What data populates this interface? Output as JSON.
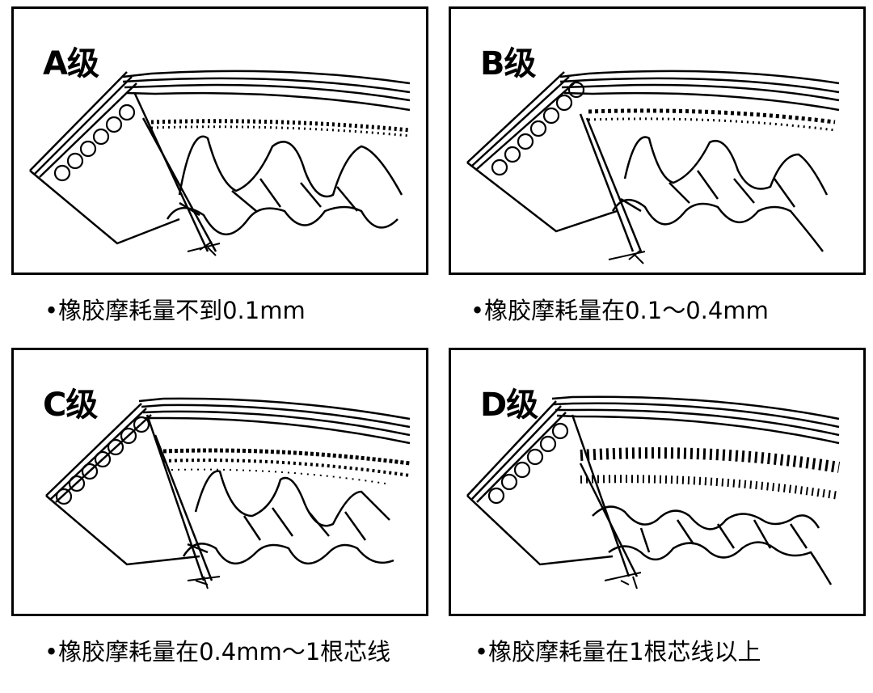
{
  "panels": [
    {
      "grade": "A级",
      "caption": "•橡胶摩耗量不到0.1mm"
    },
    {
      "grade": "B级",
      "caption": "•橡胶摩耗量在0.1～0.4mm"
    },
    {
      "grade": "C级",
      "caption": "•橡胶摩耗量在0.4mm～1根芯线"
    },
    {
      "grade": "D级",
      "caption": "•橡胶摩耗量在1根芯线以上"
    }
  ]
}
